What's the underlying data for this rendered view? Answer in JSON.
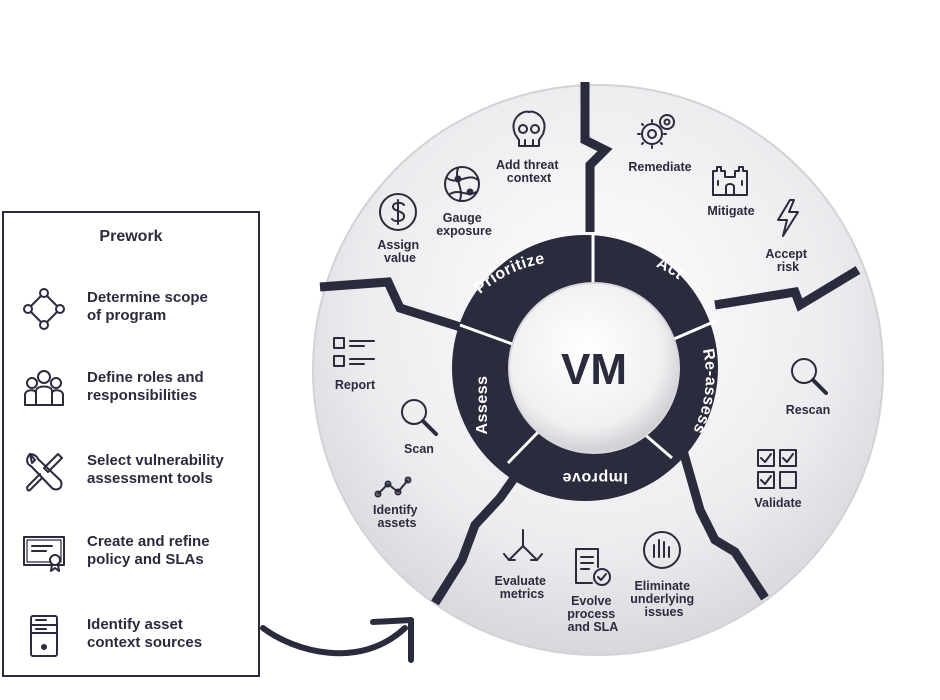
{
  "prework": {
    "title": "Prework",
    "items": [
      {
        "label_line1": "Determine scope",
        "label_line2": "of program",
        "icon": "scope-network-icon"
      },
      {
        "label_line1": "Define roles and",
        "label_line2": "responsibilities",
        "icon": "team-icon"
      },
      {
        "label_line1": "Select vulnerability",
        "label_line2": "assessment tools",
        "icon": "tools-icon"
      },
      {
        "label_line1": "Create and refine",
        "label_line2": "policy and SLAs",
        "icon": "certificate-icon"
      },
      {
        "label_line1": "Identify asset",
        "label_line2": "context sources",
        "icon": "server-icon"
      }
    ]
  },
  "center": {
    "label": "VM"
  },
  "phases": {
    "prioritize": "Prioritize",
    "act": "Act",
    "reassess": "Re-assess",
    "improve": "Improve",
    "assess": "Assess"
  },
  "steps": {
    "add_threat_context": [
      "Add threat",
      "context"
    ],
    "gauge_exposure": [
      "Gauge",
      "exposure"
    ],
    "assign_value": [
      "Assign",
      "value"
    ],
    "remediate": [
      "Remediate"
    ],
    "mitigate": [
      "Mitigate"
    ],
    "accept_risk": [
      "Accept",
      "risk"
    ],
    "rescan": [
      "Rescan"
    ],
    "validate": [
      "Validate"
    ],
    "eliminate_issues": [
      "Eliminate",
      "underlying",
      "issues"
    ],
    "evolve_process": [
      "Evolve",
      "process",
      "and SLA"
    ],
    "evaluate_metrics": [
      "Evaluate",
      "metrics"
    ],
    "identify_assets": [
      "Identify",
      "assets"
    ],
    "scan": [
      "Scan"
    ],
    "report": [
      "Report"
    ]
  },
  "colors": {
    "navy": "#2a2b3d",
    "light_gray": "#e9e9ec",
    "white": "#ffffff"
  }
}
